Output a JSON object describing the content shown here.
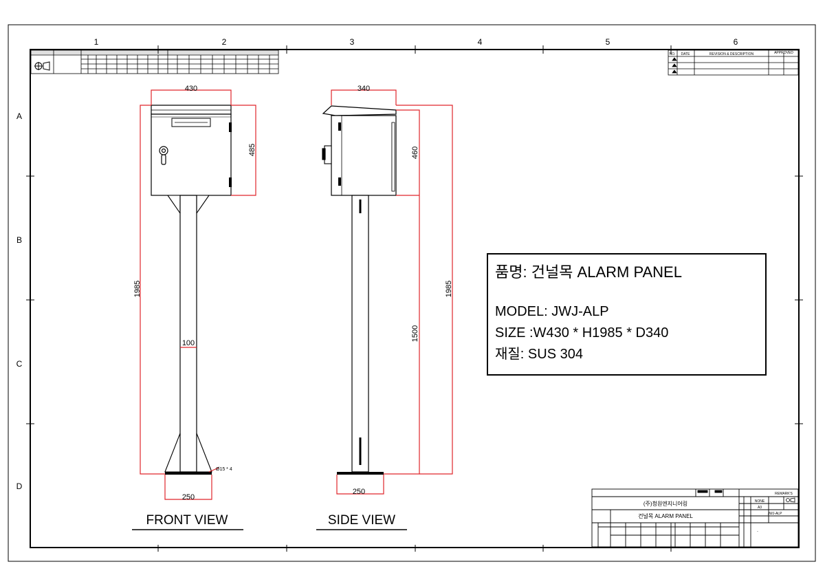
{
  "grid": {
    "columns": [
      "1",
      "2",
      "3",
      "4",
      "5",
      "6"
    ],
    "rows": [
      "A",
      "B",
      "C",
      "D"
    ]
  },
  "front_view": {
    "title": "FRONT  VIEW",
    "dim_width": "430",
    "dim_box_height": "485",
    "dim_total_height": "1985",
    "dim_pole": "100",
    "dim_base": "250",
    "dim_hole": "Ø15 * 4"
  },
  "side_view": {
    "title": "SIDE VIEW",
    "dim_depth": "340",
    "dim_box_height": "460",
    "dim_pole_height": "1500",
    "dim_total_height": "1985",
    "dim_base": "250"
  },
  "spec_box": {
    "product_name": "품명: 건널목 ALARM PANEL",
    "model": "MODEL: JWJ-ALP",
    "size": "SIZE :W430 * H1985 * D340",
    "material": "재질: SUS 304"
  },
  "revision_block": {
    "col_no": "NO.",
    "col_date": "DATE",
    "col_desc": "REVISION & DESCRIPTION",
    "col_approved": "APPROVED"
  },
  "title_block": {
    "company": "(주)청원엔지니어링",
    "drawing_title": "건널목 ALARM PANEL",
    "drawing_no": "JWJ-ALP",
    "scale": "NONE",
    "size": "A3",
    "remarks": "REMARK'S",
    "dash": "-"
  }
}
